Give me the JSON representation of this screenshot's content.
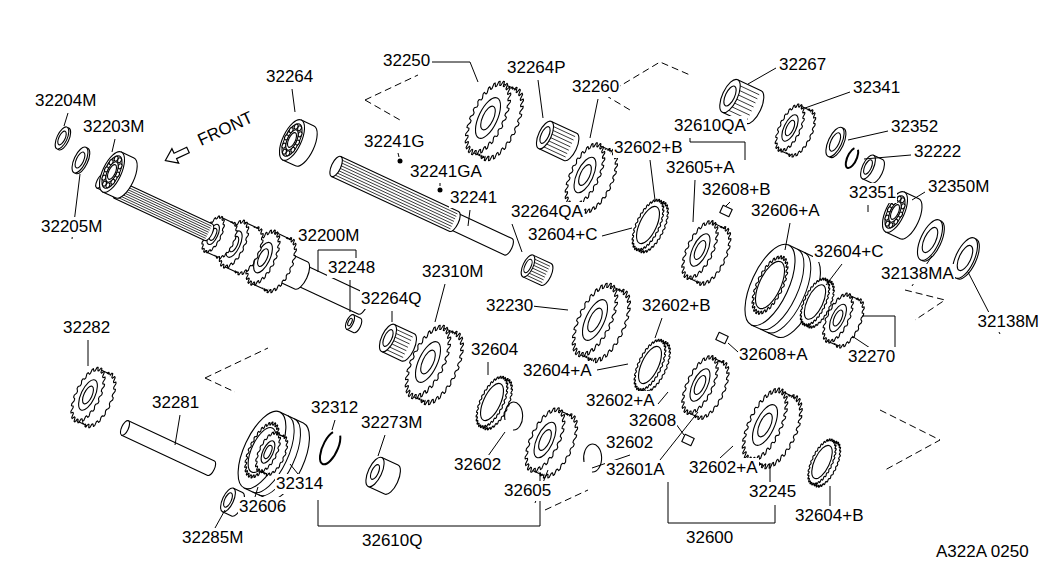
{
  "diagram": {
    "labels": [
      "32204M",
      "32203M",
      "FRONT",
      "32205M",
      "32264",
      "32250",
      "32264P",
      "32260",
      "32267",
      "32341",
      "32241G",
      "32241GA",
      "32241",
      "32610QA",
      "32602+B",
      "32605+A",
      "32608+B",
      "32352",
      "32222",
      "32350M",
      "32351",
      "32606+A",
      "32264QA",
      "32604+C",
      "32200M",
      "32604+C",
      "32248",
      "32138MA",
      "32310M",
      "32264Q",
      "32230",
      "32602+B",
      "32138M",
      "32282",
      "32604",
      "32608+A",
      "32270",
      "32604+A",
      "32602+A",
      "32281",
      "32312",
      "32608",
      "32273M",
      "32602",
      "32602",
      "32601A",
      "32602+A",
      "32314",
      "32245",
      "32605",
      "32606",
      "32604+B",
      "32285M",
      "32610Q",
      "32600",
      "A322A 0250"
    ]
  }
}
